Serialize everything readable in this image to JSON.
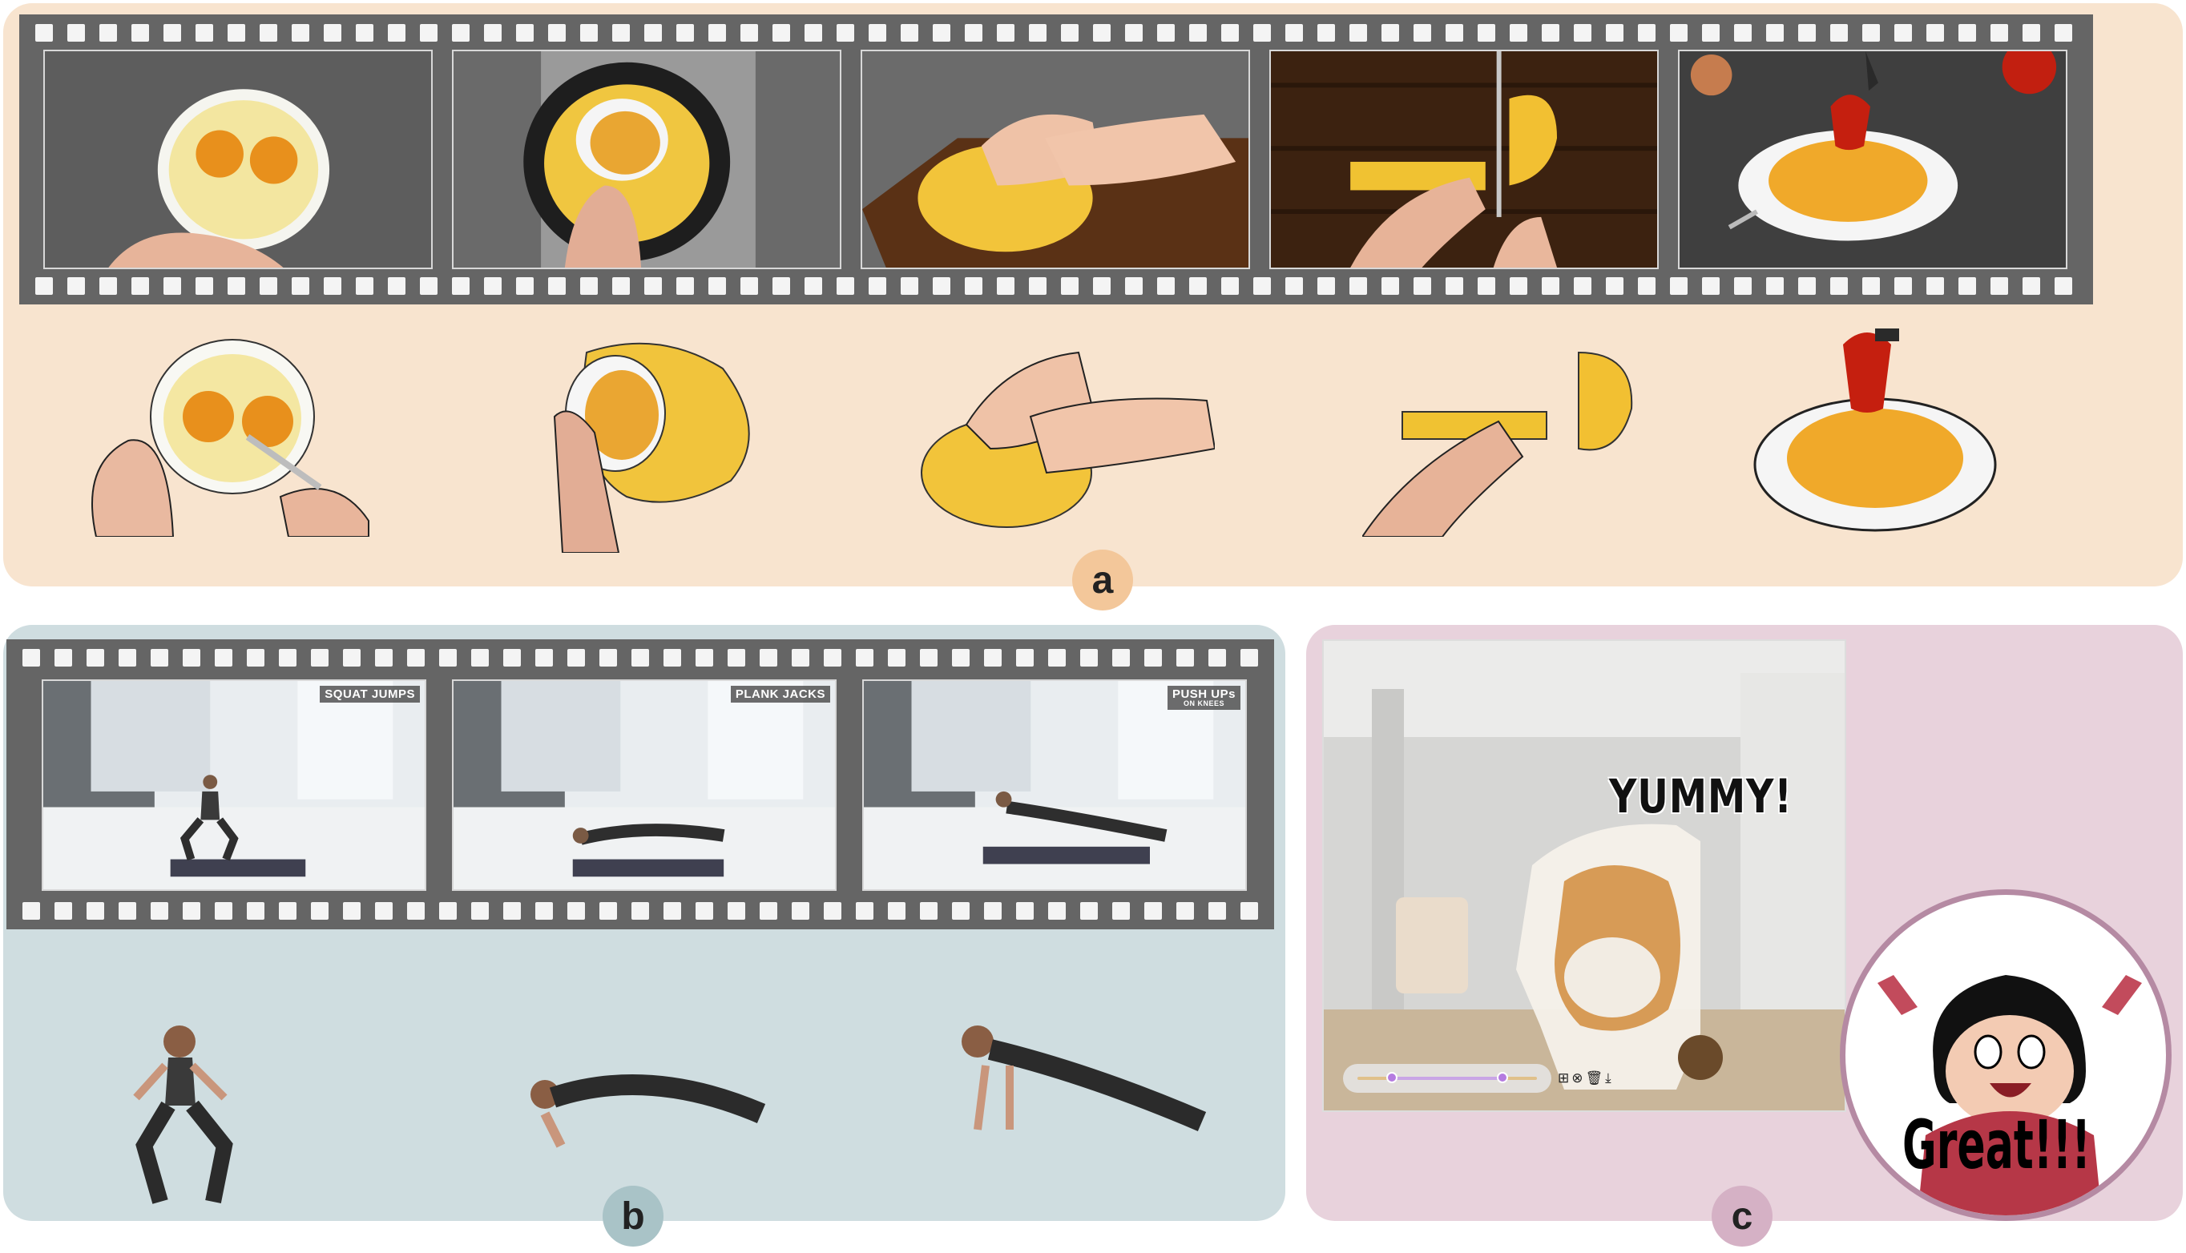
{
  "panels": {
    "a": {
      "badge": "a",
      "accent": "#f8e4cf",
      "frames": [
        "crack-eggs",
        "pour-omelette",
        "roll-omelette",
        "slice-noodles",
        "plated-pasta"
      ]
    },
    "b": {
      "badge": "b",
      "accent": "#cfdde0",
      "frames": [
        {
          "icon": "squat-jump",
          "label": "SQUAT JUMPS",
          "sub": ""
        },
        {
          "icon": "plank-jack",
          "label": "PLANK JACKS",
          "sub": ""
        },
        {
          "icon": "knee-push-up",
          "label": "PUSH UPs",
          "sub": "ON KNEES"
        }
      ]
    },
    "c": {
      "badge": "c",
      "accent": "#e8d2dc",
      "caption": "YUMMY!",
      "tools": "⊞⊗🗑⤓",
      "sticker_text": "Great!!!"
    }
  }
}
